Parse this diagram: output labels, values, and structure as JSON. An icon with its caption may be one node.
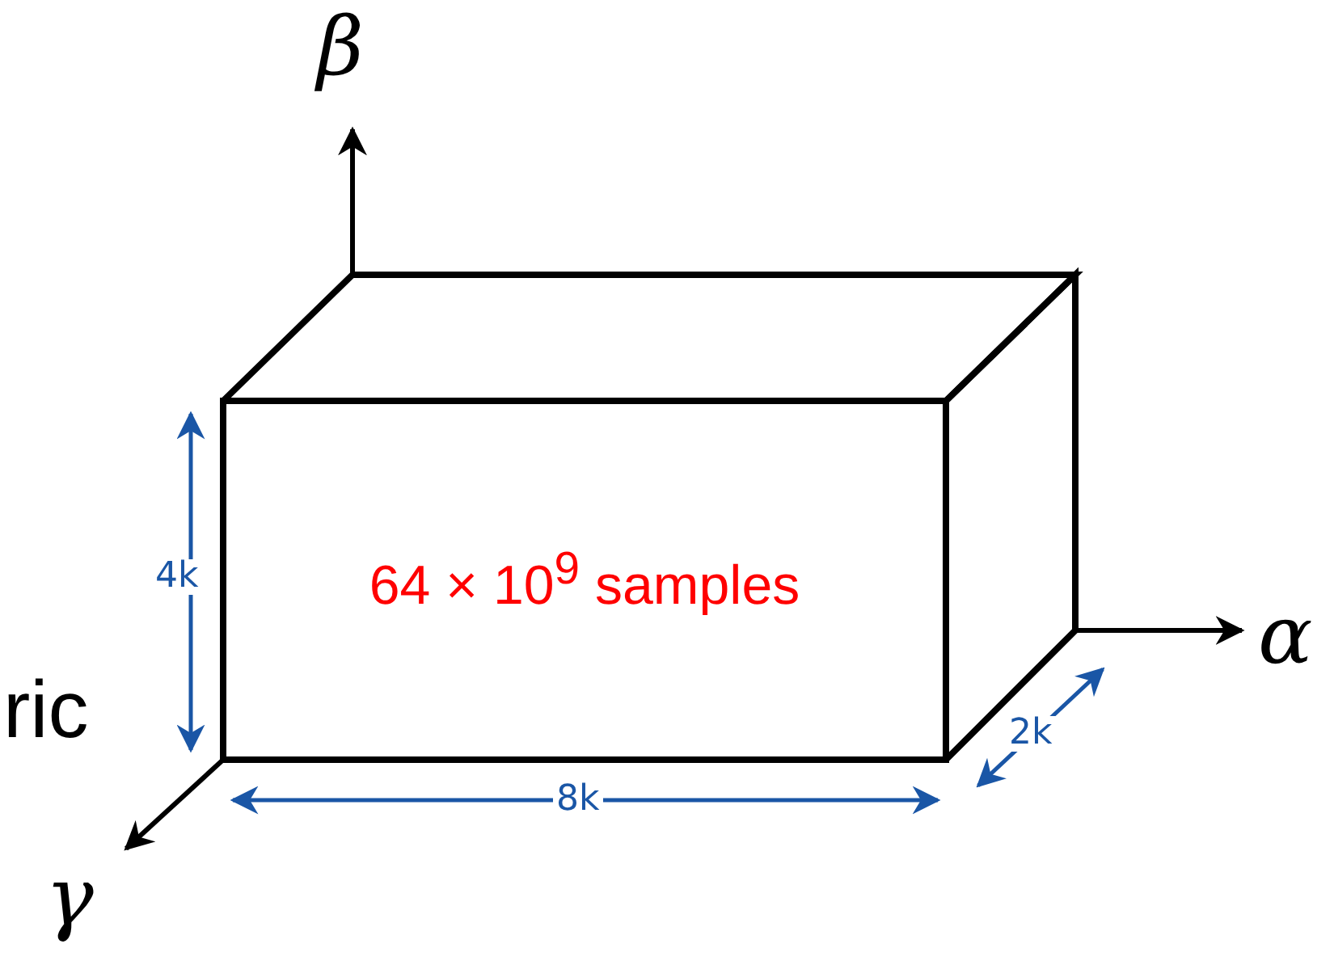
{
  "diagram": {
    "nodes": [
      {
        "text": [
          "64 × 10$^{9}$ samples"
        ]
      }
    ],
    "labels": [
      "β",
      "α",
      "4k",
      "ric",
      "2k",
      "8k",
      "γ"
    ]
  }
}
